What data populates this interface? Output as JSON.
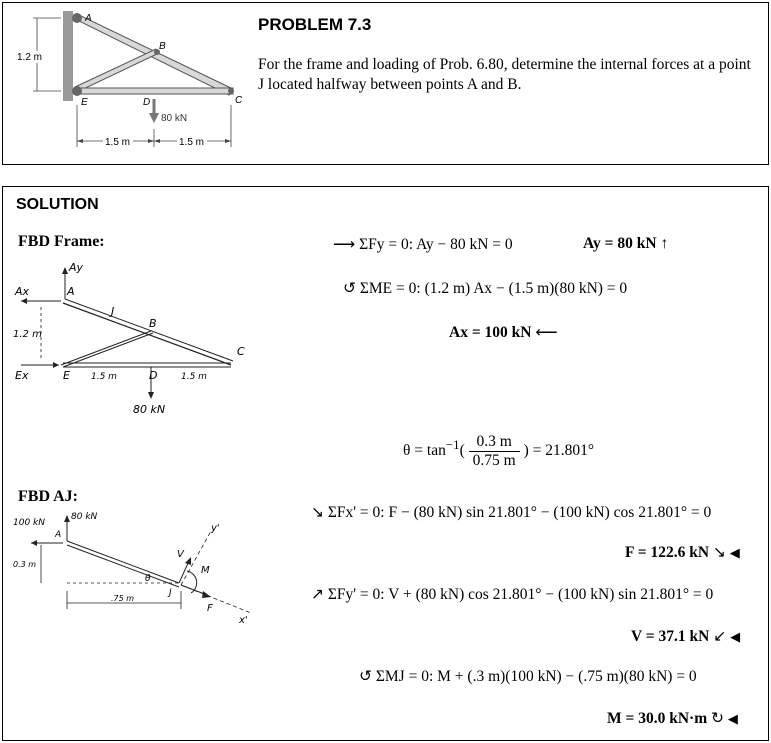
{
  "problem": {
    "title": "PROBLEM 7.3",
    "text": "For the frame and loading of Prob. 6.80, determine the internal forces at a point J located halfway between points A and B.",
    "figure": {
      "point_labels": [
        "A",
        "B",
        "C",
        "D",
        "E"
      ],
      "dim_height": "1.2 m",
      "dim_left": "1.5 m",
      "dim_right": "1.5 m",
      "load": "80 kN"
    }
  },
  "solution": {
    "title": "SOLUTION",
    "fbd_frame": {
      "heading": "FBD Frame:",
      "sketch_labels": {
        "ax": "Ax",
        "ay": "Ay",
        "ex": "Ex",
        "a": "A",
        "b": "B",
        "c": "C",
        "d": "D",
        "e": "E",
        "j": "J",
        "height": "1.2 m",
        "dist1": "1.5 m",
        "dist2": "1.5 m",
        "load": "80 kN"
      }
    },
    "fbd_aj": {
      "heading": "FBD AJ:",
      "sketch_labels": {
        "h": "100 kN",
        "v": "80 kN",
        "a": "A",
        "j": "J",
        "theta": "θ",
        "y": "y'",
        "x": "x'",
        "V": "V",
        "M": "M",
        "F": "F",
        "len_v": "0.3 m",
        "len_h": ".75 m"
      }
    },
    "equations": {
      "sum_fy": "ΣFy = 0: Ay − 80 kN = 0",
      "ay_result": "Ay = 80 kN",
      "sum_me": "ΣME = 0: (1.2 m) Ax − (1.5 m)(80 kN) = 0",
      "ax_result": "Ax = 100 kN",
      "theta": "θ = tan⁻¹(0.3 m / 0.75 m) = 21.801°",
      "theta_num": "0.3 m",
      "theta_den": "0.75 m",
      "theta_value": "= 21.801°",
      "sum_fx_prime": "ΣFx' = 0: F − (80 kN) sin 21.801° − (100 kN) cos 21.801° = 0",
      "f_result": "F = 122.6 kN",
      "sum_fy_prime": "ΣFy' = 0: V + (80 kN) cos 21.801° − (100 kN) sin 21.801° = 0",
      "v_result": "V = 37.1 kN",
      "sum_mj": "ΣMJ = 0: M + (.3 m)(100 kN) − (.75 m)(80 kN) = 0",
      "m_result": "M = 30.0 kN·m"
    }
  }
}
